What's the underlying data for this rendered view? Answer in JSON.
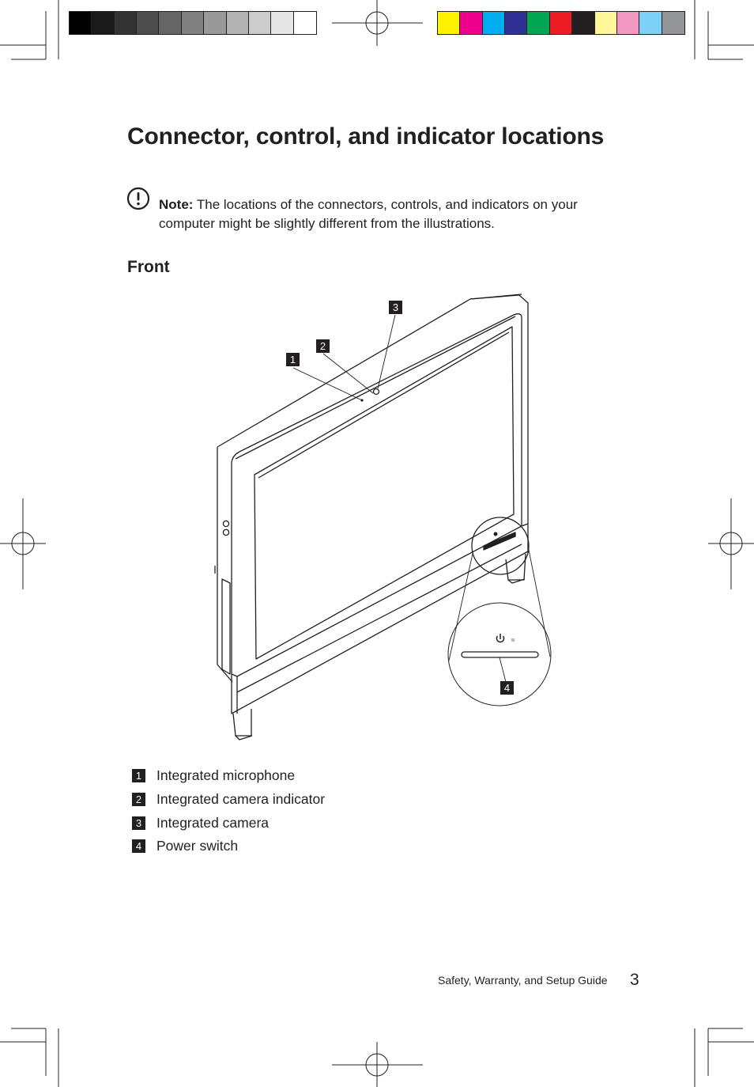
{
  "document": {
    "title": "Connector, control, and indicator locations",
    "note": {
      "icon": "exclamation-circle-icon",
      "label": "Note:",
      "text": " The locations of the connectors, controls, and indicators on your computer might be slightly different from the illustrations."
    },
    "section_heading": "Front",
    "callouts": [
      "1",
      "2",
      "3",
      "4"
    ],
    "legend": [
      {
        "number": "1",
        "label": "Integrated microphone"
      },
      {
        "number": "2",
        "label": "Integrated camera indicator"
      },
      {
        "number": "3",
        "label": "Integrated camera"
      },
      {
        "number": "4",
        "label": "Power switch"
      }
    ],
    "footer": {
      "guide_title": "Safety, Warranty, and Setup Guide",
      "page_number": "3"
    }
  },
  "print_marks": {
    "gray_swatches": [
      "#000000",
      "#1a1a1a",
      "#333333",
      "#4d4d4d",
      "#666666",
      "#808080",
      "#999999",
      "#b3b3b3",
      "#cccccc",
      "#e6e6e6",
      "#ffffff"
    ],
    "color_swatches": [
      "#fff200",
      "#ec008c",
      "#00aeef",
      "#2e3192",
      "#00a651",
      "#ed1c24",
      "#231f20",
      "#fff799",
      "#f49ac1",
      "#7dd1f7",
      "#939598"
    ]
  }
}
